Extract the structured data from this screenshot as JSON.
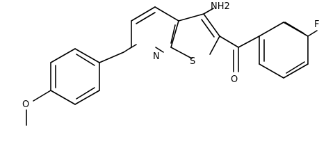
{
  "molecule": {
    "atom_labels": {
      "amine": "NH2",
      "fluorine": "F",
      "carbonyl_oxygen": "O",
      "ring_nitrogen": "N",
      "ring_sulfur": "S",
      "methoxy_oxygen": "O"
    }
  }
}
